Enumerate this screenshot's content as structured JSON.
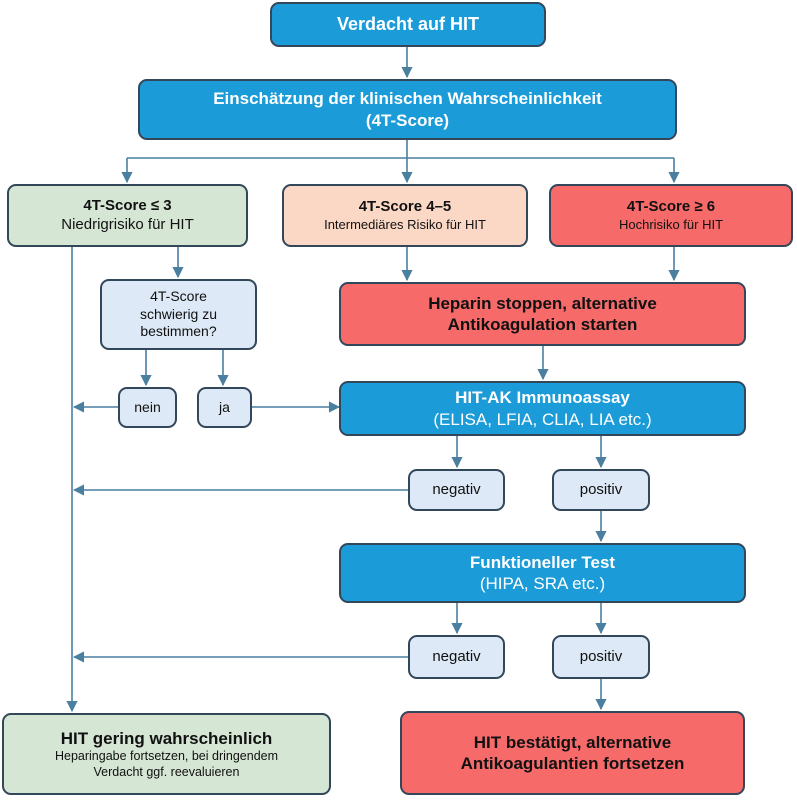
{
  "suspicion": "Verdacht auf HIT",
  "assessment": {
    "line1": "Einschätzung der klinischen Wahrscheinlichkeit",
    "line2": "(4T-Score)"
  },
  "low": {
    "title": "4T-Score ≤ 3",
    "subtitle": "Niedrigrisiko für HIT"
  },
  "intermediate": {
    "title": "4T-Score 4–5",
    "subtitle": "Intermediäres Risiko für HIT"
  },
  "high": {
    "title": "4T-Score ≥ 6",
    "subtitle": "Hochrisiko für HIT"
  },
  "hard_to_determine": {
    "line1": "4T-Score",
    "line2": "schwierig zu",
    "line3": "bestimmen?"
  },
  "answer_no": "nein",
  "answer_yes": "ja",
  "stop_heparin": {
    "line1": "Heparin stoppen, alternative",
    "line2": "Antikoagulation starten"
  },
  "immunoassay": {
    "title": "HIT-AK Immunoassay",
    "subtitle": "(ELISA, LFIA, CLIA, LIA etc.)"
  },
  "immunoassay_negative": "negativ",
  "immunoassay_positive": "positiv",
  "functional_test": {
    "title": "Funktioneller Test",
    "subtitle": "(HIPA, SRA etc.)"
  },
  "functional_negative": "negativ",
  "functional_positive": "positiv",
  "unlikely": {
    "title": "HIT gering wahrscheinlich",
    "line1": "Heparingabe fortsetzen, bei dringendem",
    "line2": "Verdacht ggf. reevaluieren"
  },
  "confirmed": {
    "line1": "HIT bestätigt, alternative",
    "line2": "Antikoagulantien fortsetzen"
  },
  "colors": {
    "primary_blue": "#1b9bd7",
    "low_risk_green": "#d6e6d4",
    "intermediate_peach": "#fbd8c6",
    "high_risk_red": "#f66a6a",
    "answer_light_blue": "#dde9f6",
    "connector": "#4a7fa0",
    "border": "#33475b"
  }
}
